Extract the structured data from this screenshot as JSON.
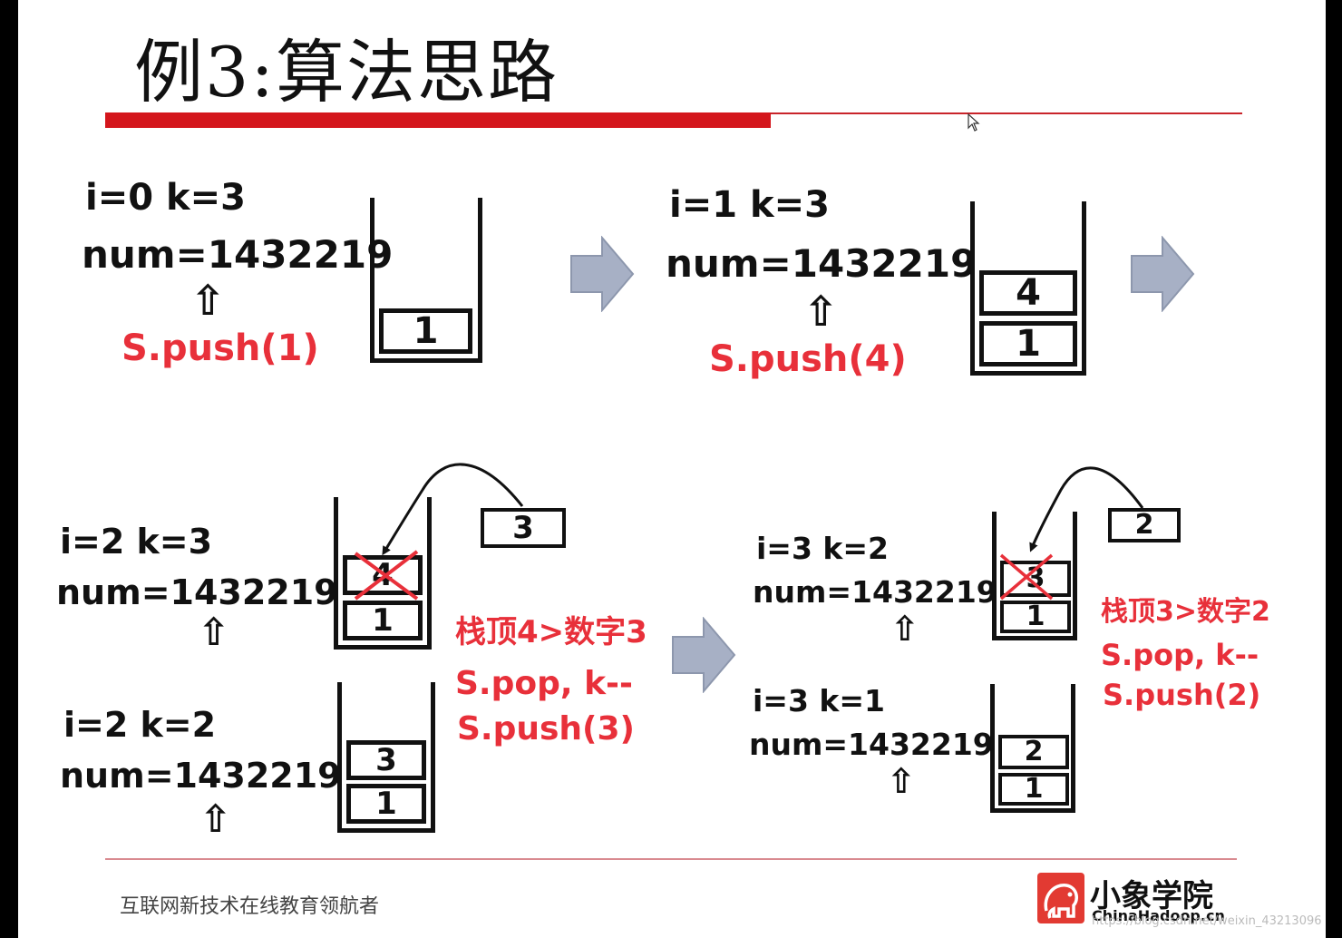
{
  "slide": {
    "title": "例3:算法思路",
    "footer_text": "互联网新技术在线教育领航者",
    "logo": {
      "title": "小象学院",
      "subtitle": "ChinaHadoop.cn"
    },
    "watermark": "https://blog.csdn.net/weixin_43213096"
  },
  "steps": [
    {
      "i_k": "i=0   k=3",
      "num": "num=1432219",
      "op": "S.push(1)",
      "stack": [
        "1"
      ]
    },
    {
      "i_k": "i=1   k=3",
      "num": "num=1432219",
      "op": "S.push(4)",
      "stack": [
        "4",
        "1"
      ]
    },
    {
      "i_k": "i=2   k=3",
      "num": "num=1432219",
      "stack": [
        "4",
        "1"
      ],
      "incoming": "3",
      "note": "栈顶4>数字3",
      "ops": [
        "S.pop, k--",
        "S.push(3)"
      ]
    },
    {
      "i_k": "i=2   k=2",
      "num": "num=1432219",
      "stack": [
        "3",
        "1"
      ]
    },
    {
      "i_k": "i=3   k=2",
      "num": "num=1432219",
      "stack": [
        "3",
        "1"
      ],
      "incoming": "2",
      "note": "栈顶3>数字2",
      "ops": [
        "S.pop, k--",
        "S.push(2)"
      ]
    },
    {
      "i_k": "i=3   k=1",
      "num": "num=1432219",
      "stack": [
        "2",
        "1"
      ]
    }
  ],
  "colors": {
    "accent_red": "#d4161c",
    "text_red": "#e8303a",
    "arrow_fill": "#a7b0c5"
  }
}
